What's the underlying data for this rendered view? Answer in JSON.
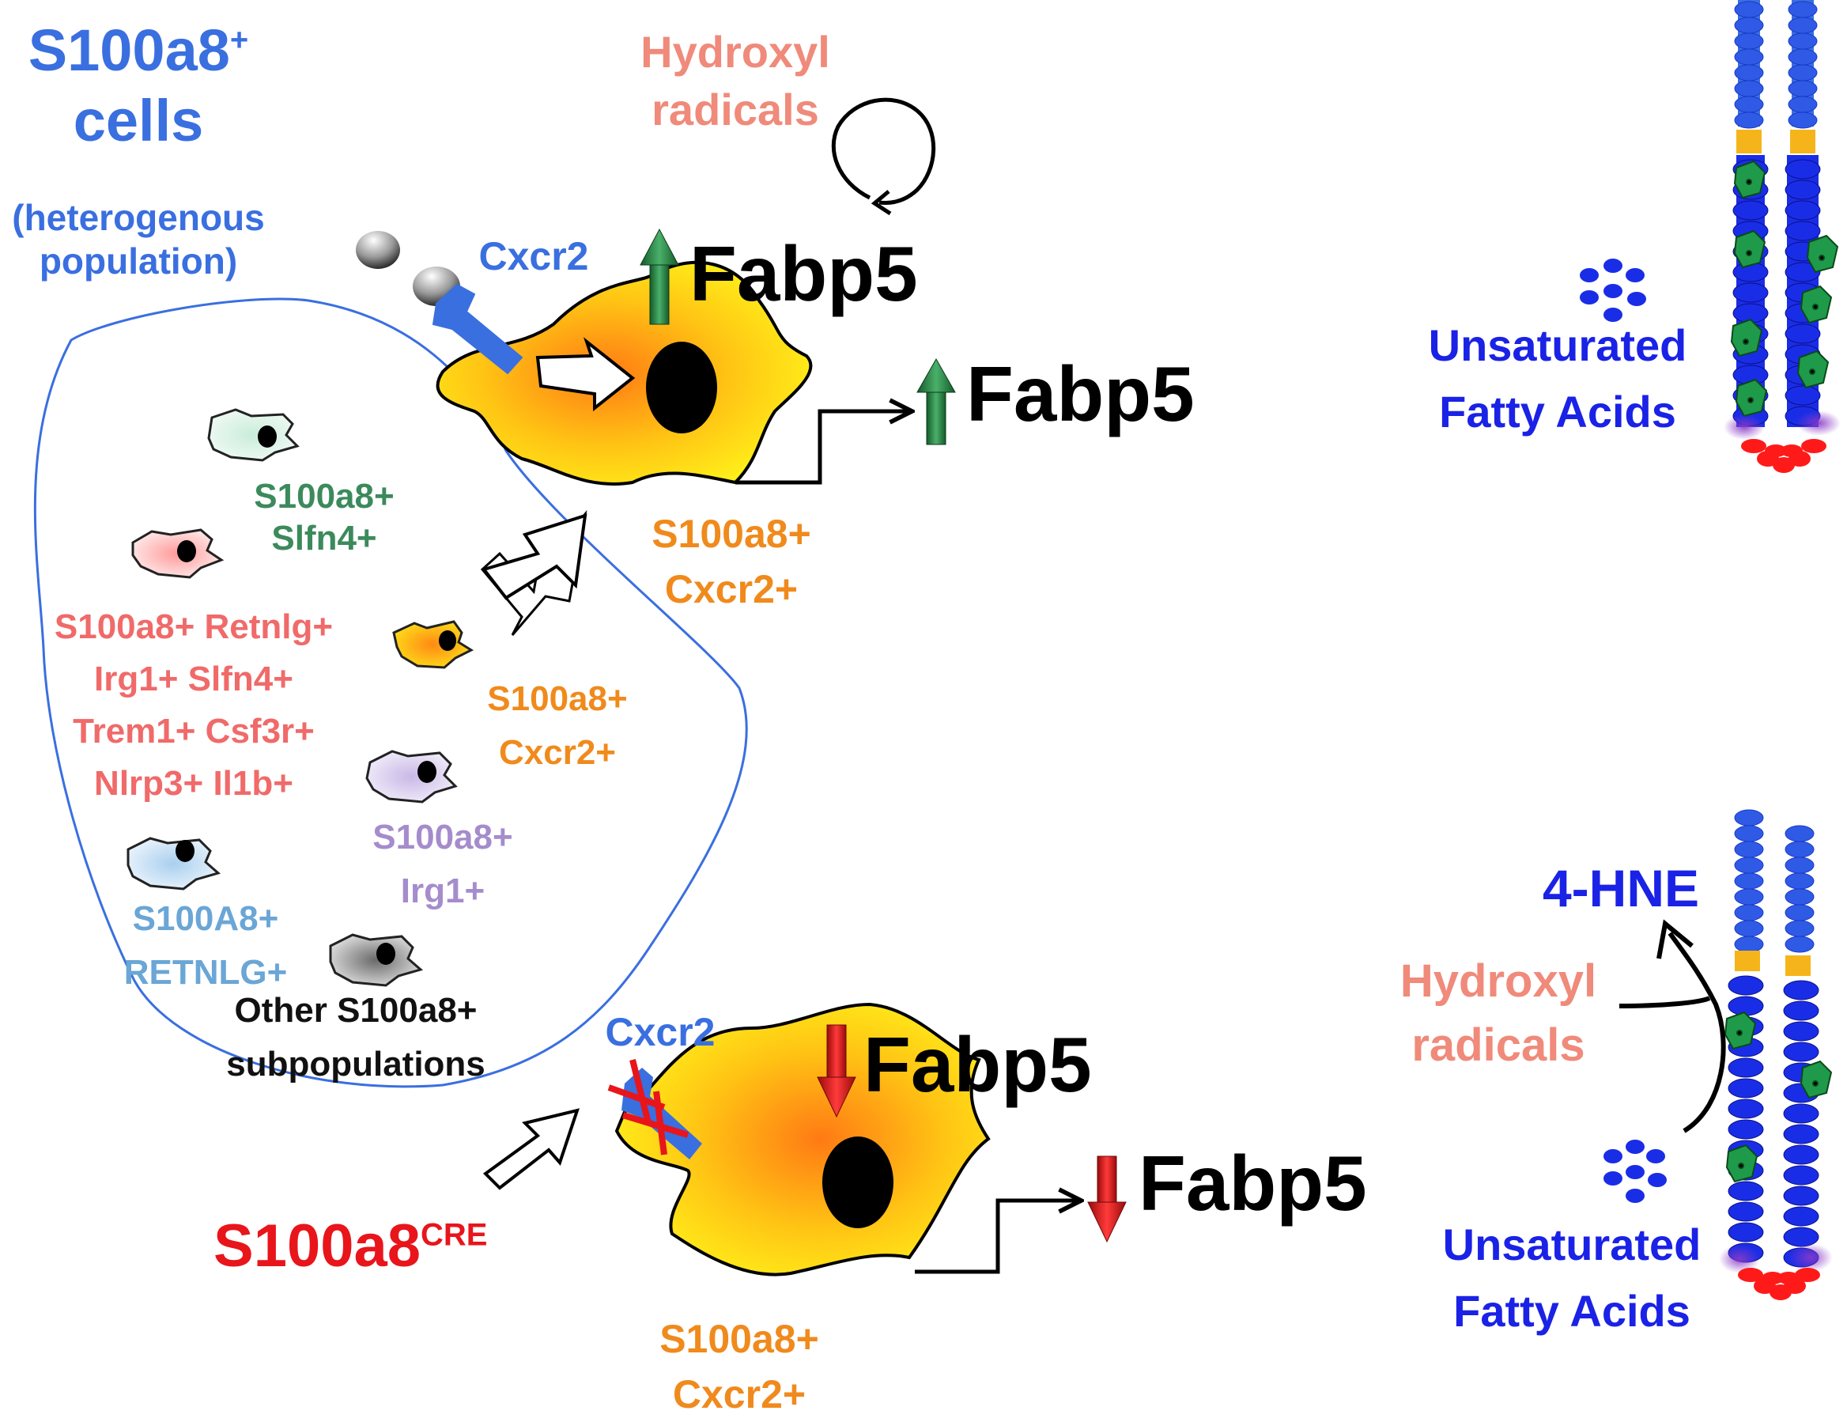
{
  "population": {
    "title_line1": "S100a8",
    "title_sup": "+",
    "title_line2": "cells",
    "subtitle_line1": "(heterogenous",
    "subtitle_line2": "population)"
  },
  "subpopulations": [
    {
      "line1": "S100a8+",
      "line2": "Slfn4+"
    },
    {
      "line1": "S100a8+ Retnlg+",
      "line2": "Irg1+ Slfn4+",
      "line3": "Trem1+ Csf3r+",
      "line4": "Nlrp3+ Il1b+"
    },
    {
      "line1": "S100a8+",
      "line2": "Cxcr2+"
    },
    {
      "line1": "S100a8+",
      "line2": "Irg1+"
    },
    {
      "line1": "S100A8+",
      "line2": "RETNLG+"
    },
    {
      "line1": "Other S100a8+",
      "line2": "subpopulations"
    }
  ],
  "top_pathway": {
    "hydroxyl_line1": "Hydroxyl",
    "hydroxyl_line2": "radicals",
    "receptor": "Cxcr2",
    "fabp5_cell": "Fabp5",
    "fabp5_out": "Fabp5",
    "cell_line1": "S100a8+",
    "cell_line2": "Cxcr2+",
    "direction": "up"
  },
  "bottom_pathway": {
    "cre_label": "S100a8",
    "cre_sup": "CRE",
    "receptor": "Cxcr2",
    "fabp5_cell": "Fabp5",
    "fabp5_out": "Fabp5",
    "cell_line1": "S100a8+",
    "cell_line2": "Cxcr2+",
    "direction": "down"
  },
  "top_crypt": {
    "fa_line1": "Unsaturated",
    "fa_line2": "Fatty Acids"
  },
  "bottom_crypt": {
    "hne": "4-HNE",
    "hydroxyl_line1": "Hydroxyl",
    "hydroxyl_line2": "radicals",
    "fa_line1": "Unsaturated",
    "fa_line2": "Fatty Acids"
  },
  "colors": {
    "population_blue": "#3a6fe0",
    "cell_yellow": "#ffe21a",
    "cell_orange": "#ff8a1a",
    "up_arrow": "#2f8a4a",
    "down_arrow": "#e81616",
    "crypt_blue": "#1a2de6",
    "goblet_green": "#1f9a4a",
    "paneth_red": "#ff1a1a"
  }
}
